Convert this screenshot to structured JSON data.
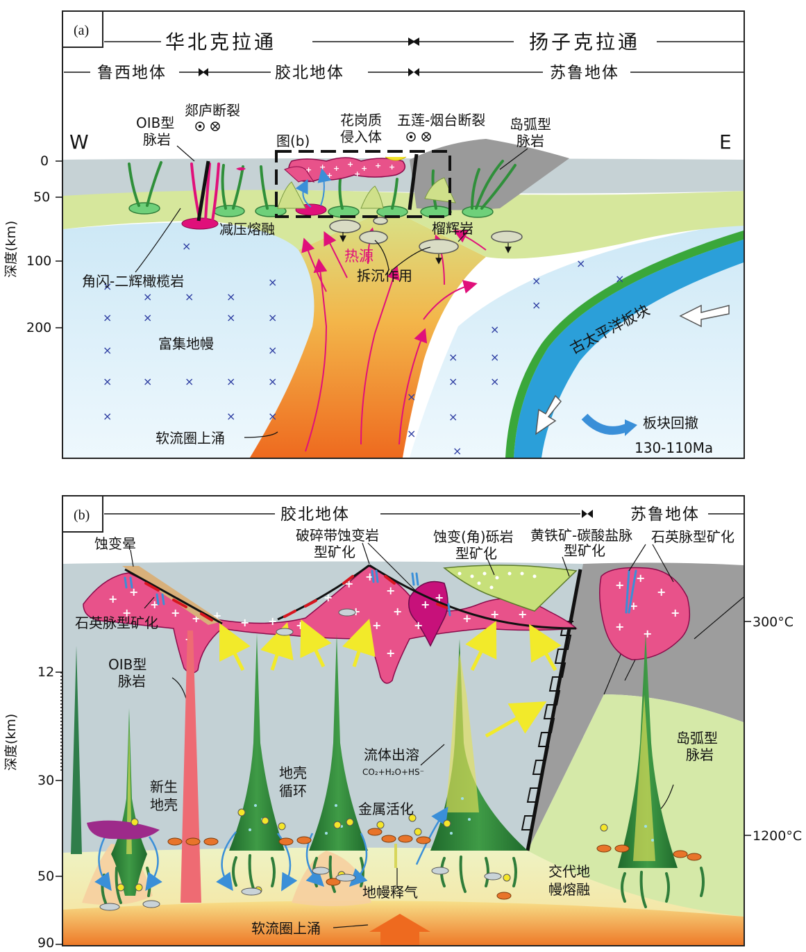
{
  "panel_a": {
    "panel_label": "(a)",
    "craton_west": "华北克拉通",
    "craton_east": "扬子克拉通",
    "terrane_1": "鲁西地体",
    "terrane_2": "胶北地体",
    "terrane_3": "苏鲁地体",
    "west": "W",
    "east": "E",
    "y_axis_label": "深度(km)",
    "y_ticks": [
      "0",
      "50",
      "100",
      "200"
    ],
    "labels": {
      "oib_dike_1": "OIB型",
      "oib_dike_2": "脉岩",
      "tanlu_fault": "郯庐断裂",
      "fig_b": "图(b)",
      "granite_1": "花岗质",
      "granite_2": "侵入体",
      "wulian_fault": "五莲-烟台断裂",
      "arc_dike_1": "岛弧型",
      "arc_dike_2": "脉岩",
      "decompression": "减压熔融",
      "eclogite": "榴辉岩",
      "heat_source": "热源",
      "delamination": "拆沉作用",
      "hornblende_peridotite": "角闪-二辉橄榄岩",
      "enriched_mantle": "富集地幔",
      "paleo_pacific": "古太平洋板块",
      "rollback": "板块回撤",
      "asthenosphere": "软流圈上涌",
      "age": "130-110Ma"
    }
  },
  "panel_b": {
    "panel_label": "(b)",
    "terrane_1": "胶北地体",
    "terrane_2": "苏鲁地体",
    "y_axis_label": "深度(km)",
    "y_ticks": [
      "12",
      "30",
      "50",
      "90"
    ],
    "temps": [
      "300°C",
      "1200°C"
    ],
    "labels": {
      "alteration_halo": "蚀变晕",
      "fracture_1": "破碎带蚀变岩",
      "fracture_2": "型矿化",
      "breccia_1": "蚀变(角)砾岩",
      "breccia_2": "型矿化",
      "pyrite_1": "黄铁矿-碳酸盐脉",
      "pyrite_2": "型矿化",
      "quartz_vein_right": "石英脉型矿化",
      "quartz_vein_left": "石英脉型矿化",
      "oib_1": "OIB型",
      "oib_2": "脉岩",
      "fluid_exsolution": "流体出溶",
      "fluid_formula": "CO₂+H₂O+HS⁻",
      "arc_1": "岛弧型",
      "arc_2": "脉岩",
      "juvenile_1": "新生",
      "juvenile_2": "地壳",
      "crust_1": "地壳",
      "crust_2": "循环",
      "metal": "金属活化",
      "metasomatic_1": "交代地",
      "metasomatic_2": "幔熔融",
      "degassing": "地幔释气",
      "asthenosphere": "软流圈上涌"
    }
  },
  "colors": {
    "crust_grey": "#c3cfd3",
    "lithosphere_green": "#d5e69a",
    "mantle_blue": "#cfeaf7",
    "asthenosphere_orange": "#f08a2a",
    "granite_pink": "#e8528a",
    "slab_blue": "#2a9fd8",
    "slab_green": "#3aa73a",
    "dike_green": "#2f7d3a",
    "heat_red": "#e0107a"
  }
}
